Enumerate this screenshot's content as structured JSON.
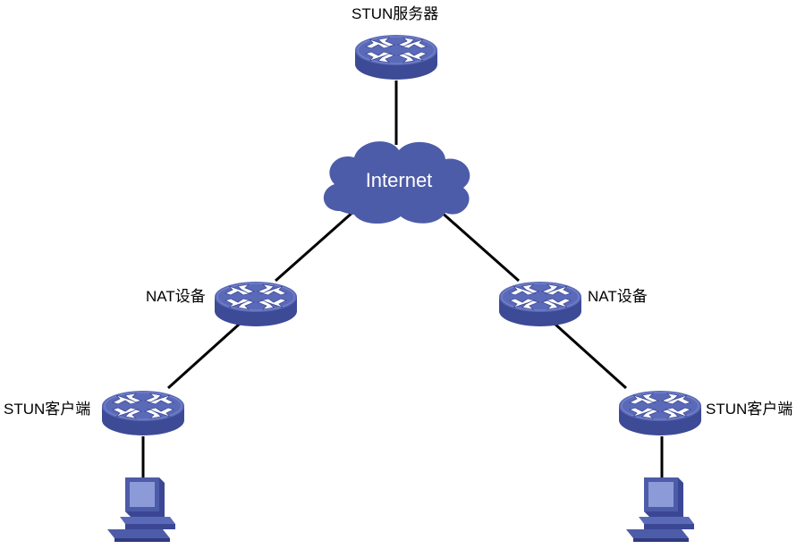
{
  "diagram": {
    "server_label": "STUN服务器",
    "internet_label": "Internet",
    "nat_left_label": "NAT设备",
    "nat_right_label": "NAT设备",
    "client_left_label": "STUN客户端",
    "client_right_label": "STUN客户端"
  },
  "colors": {
    "device_top": "#5a6ab8",
    "device_side": "#3d4a96",
    "cloud": "#4d5ca8",
    "link": "#000000",
    "pc_screen": "#8c9ad8",
    "pc_body": "#3b4795"
  },
  "icons": [
    "router-icon",
    "cloud-icon",
    "pc-icon"
  ]
}
